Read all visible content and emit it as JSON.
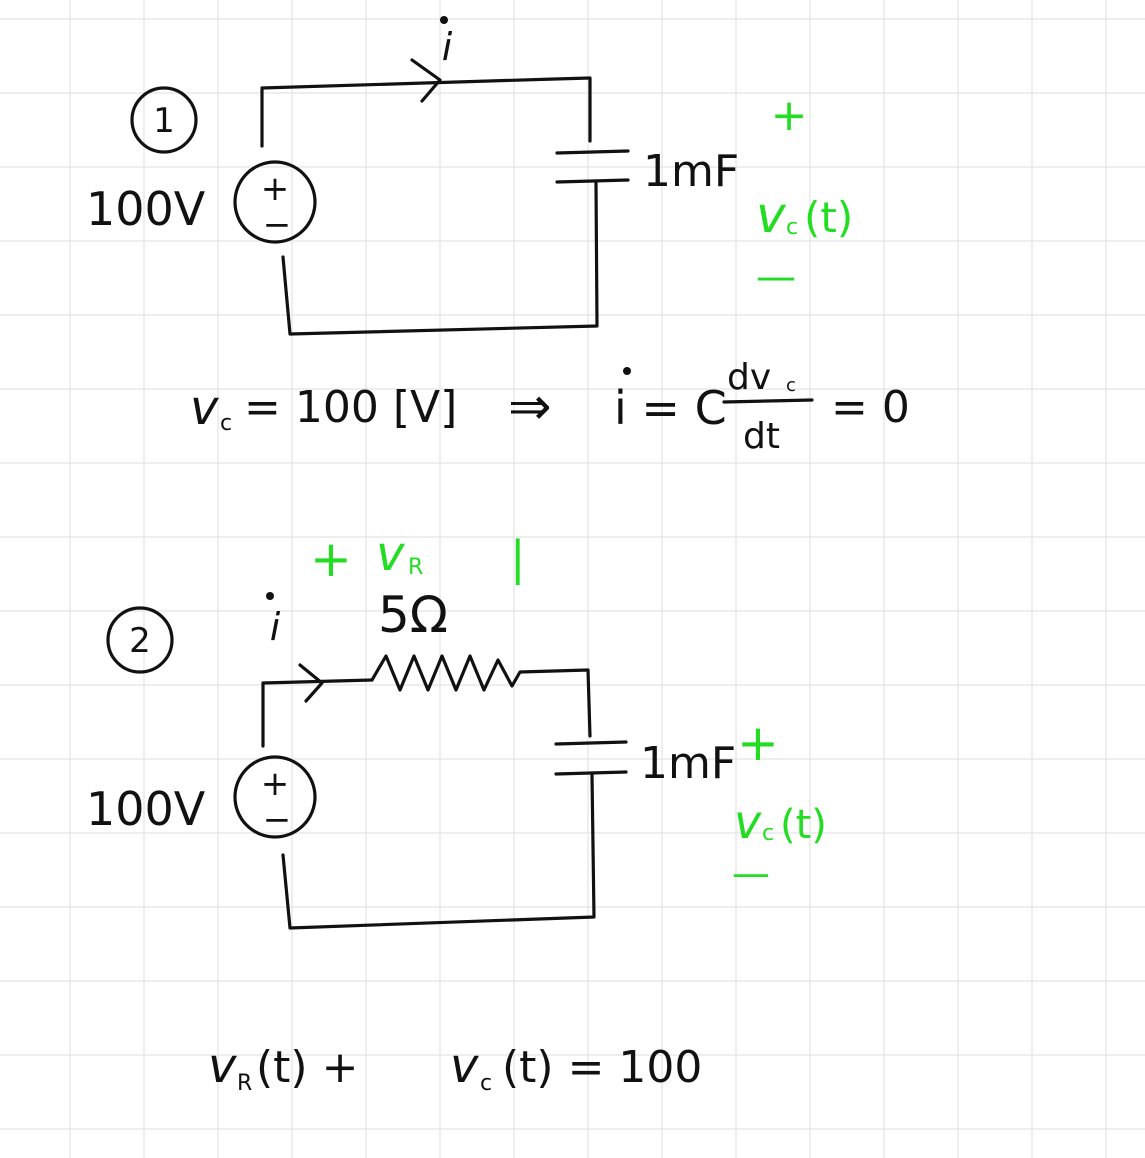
{
  "colors": {
    "ink": "#111111",
    "accent_green": "#22dd22",
    "grid": "#e8e8e8",
    "background": "#ffffff"
  },
  "circuit1": {
    "marker": "1",
    "source_voltage": "100V",
    "source_plus": "+",
    "source_minus": "−",
    "current": "i",
    "capacitance": "1mF",
    "vc_plus": "+",
    "vc_label": "v",
    "vc_sub": "c",
    "vc_arg": "(t)",
    "vc_minus": "—",
    "equation": {
      "lhs_var": "v",
      "lhs_sub": "c",
      "lhs_rest": "= 100 [V]",
      "implies": "⇒",
      "rhs_start": "i = C",
      "frac_num": "dv",
      "frac_num_sub": "c",
      "frac_den": "dt",
      "rhs_end": "= 0"
    }
  },
  "circuit2": {
    "marker": "2",
    "source_voltage": "100V",
    "source_plus": "+",
    "source_minus": "−",
    "current": "i",
    "resistance": "5Ω",
    "vr_plus": "+",
    "vr_label": "v",
    "vr_sub": "R",
    "vr_minus": "|",
    "capacitance": "1mF",
    "vc_plus": "+",
    "vc_label": "v",
    "vc_sub": "c",
    "vc_arg": "(t)",
    "vc_minus": "—"
  },
  "bottom_equation": {
    "v1": "v",
    "v1_sub": "R",
    "v1_arg": "(t) +",
    "v2": "v",
    "v2_sub": "c",
    "v2_arg": "(t) = 100"
  }
}
